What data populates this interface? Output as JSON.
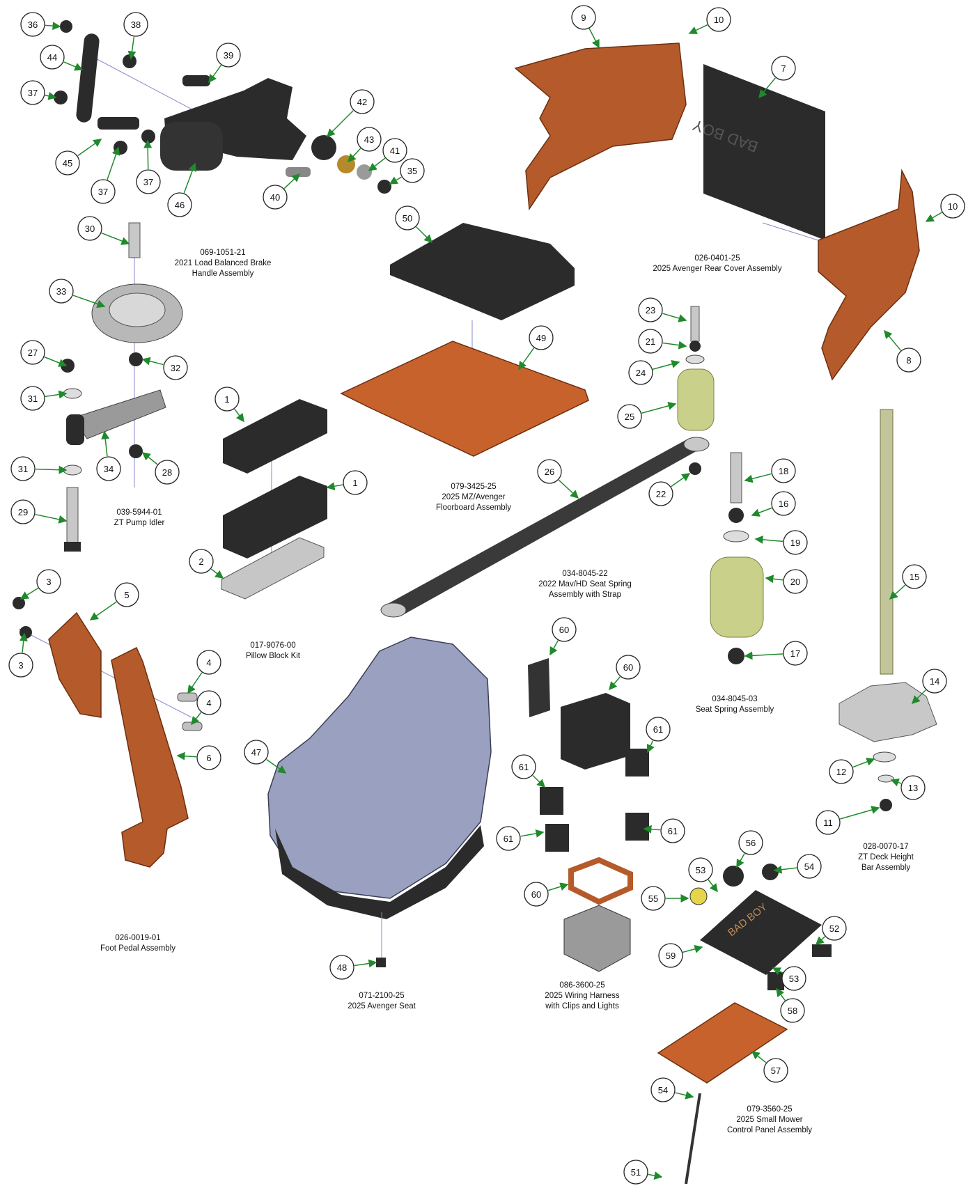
{
  "colors": {
    "accent_arrow": "#1f8a2c",
    "bubble_stroke": "#222222",
    "part_dark": "#2b2b2b",
    "part_copper": "#b55a2a",
    "part_spring": "#c9d08a",
    "part_gray": "#a9a9a9",
    "seat": "#9aa0c0"
  },
  "assemblies": [
    {
      "id": "brake",
      "number": "069-1051-21",
      "name_line1": "2021 Load Balanced Brake",
      "name_line2": "Handle Assembly"
    },
    {
      "id": "rearcover",
      "number": "026-0401-25",
      "name_line1": "2025 Avenger Rear Cover Assembly",
      "name_line2": ""
    },
    {
      "id": "floor",
      "number": "079-3425-25",
      "name_line1": "2025 MZ/Avenger",
      "name_line2": "Floorboard Assembly"
    },
    {
      "id": "idler",
      "number": "039-5944-01",
      "name_line1": "ZT Pump Idler",
      "name_line2": ""
    },
    {
      "id": "seatspringstrap",
      "number": "034-8045-22",
      "name_line1": "2022 Mav/HD Seat Spring",
      "name_line2": "Assembly with Strap"
    },
    {
      "id": "pillow",
      "number": "017-9076-00",
      "name_line1": "Pillow Block Kit",
      "name_line2": ""
    },
    {
      "id": "seatspring",
      "number": "034-8045-03",
      "name_line1": "Seat Spring Assembly",
      "name_line2": ""
    },
    {
      "id": "deckbar",
      "number": "028-0070-17",
      "name_line1": "ZT Deck Height",
      "name_line2": "Bar Assembly"
    },
    {
      "id": "footpedal",
      "number": "026-0019-01",
      "name_line1": "Foot Pedal Assembly",
      "name_line2": ""
    },
    {
      "id": "seat",
      "number": "071-2100-25",
      "name_line1": "2025 Avenger Seat",
      "name_line2": ""
    },
    {
      "id": "harness",
      "number": "086-3600-25",
      "name_line1": "2025 Wiring Harness",
      "name_line2": "with Clips and Lights"
    },
    {
      "id": "panel",
      "number": "079-3560-25",
      "name_line1": "2025 Small Mower",
      "name_line2": "Control Panel Assembly"
    }
  ],
  "callouts": [
    "36",
    "38",
    "39",
    "44",
    "37",
    "42",
    "43",
    "41",
    "35",
    "45",
    "37",
    "37",
    "46",
    "40",
    "9",
    "10",
    "7",
    "10",
    "8",
    "50",
    "30",
    "33",
    "32",
    "27",
    "31",
    "34",
    "28",
    "31",
    "29",
    "49",
    "23",
    "21",
    "24",
    "25",
    "1",
    "1",
    "2",
    "26",
    "22",
    "18",
    "16",
    "19",
    "20",
    "17",
    "15",
    "14",
    "12",
    "13",
    "11",
    "3",
    "5",
    "3",
    "4",
    "4",
    "6",
    "47",
    "60",
    "60",
    "61",
    "61",
    "61",
    "61",
    "60",
    "48",
    "56",
    "53",
    "54",
    "55",
    "52",
    "59",
    "53",
    "58",
    "57",
    "54",
    "51"
  ],
  "decals": {
    "panel_logo": "BAD BOY",
    "cover_logo": "BAD BOY"
  }
}
